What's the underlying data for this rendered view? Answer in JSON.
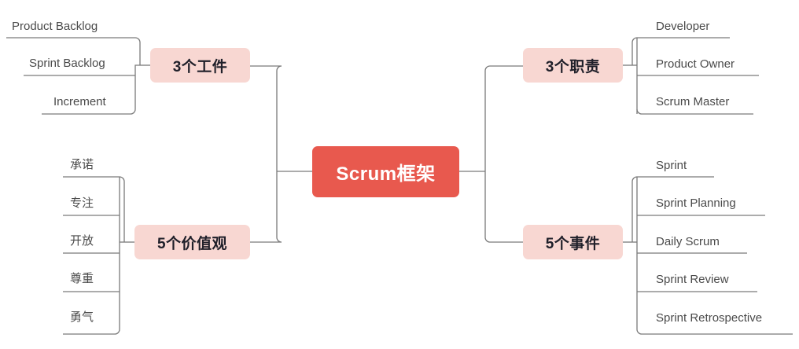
{
  "diagram": {
    "type": "mindmap",
    "title": "Scrum框架",
    "colors": {
      "root_fill": "#e8594e",
      "root_text": "#ffffff",
      "branch_fill": "#f8d7d2",
      "branch_text": "#20202a",
      "leaf_text": "#4a4a4a",
      "connector": "#7a7a7a",
      "background": "#ffffff"
    },
    "root": {
      "label": "Scrum框架"
    },
    "branches": [
      {
        "id": "artifacts",
        "label": "3个工件",
        "side": "left",
        "leaves": [
          {
            "label": "Product Backlog"
          },
          {
            "label": "Sprint Backlog"
          },
          {
            "label": "Increment"
          }
        ]
      },
      {
        "id": "values",
        "label": "5个价值观",
        "side": "left",
        "leaves": [
          {
            "label": "承诺"
          },
          {
            "label": "专注"
          },
          {
            "label": "开放"
          },
          {
            "label": "尊重"
          },
          {
            "label": "勇气"
          }
        ]
      },
      {
        "id": "roles",
        "label": "3个职责",
        "side": "right",
        "leaves": [
          {
            "label": "Developer"
          },
          {
            "label": "Product Owner"
          },
          {
            "label": "Scrum Master"
          }
        ]
      },
      {
        "id": "events",
        "label": "5个事件",
        "side": "right",
        "leaves": [
          {
            "label": "Sprint"
          },
          {
            "label": "Sprint Planning"
          },
          {
            "label": "Daily Scrum"
          },
          {
            "label": "Sprint Review"
          },
          {
            "label": "Sprint Retrospective"
          }
        ]
      }
    ]
  }
}
